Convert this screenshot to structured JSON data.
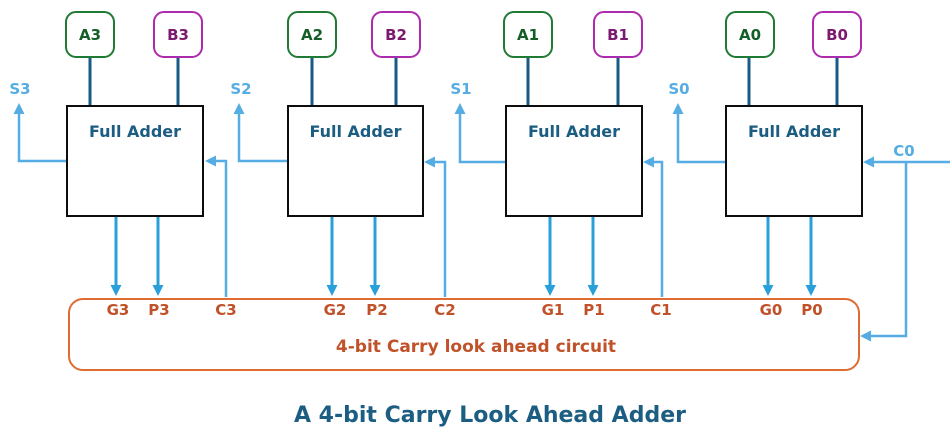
{
  "diagram_title": "A 4-bit Carry Look Ahead Adder",
  "full_adder_label": "Full Adder",
  "cla": {
    "label": "4-bit Carry look ahead circuit"
  },
  "carry_in_label": "C0",
  "bits": [
    {
      "a": "A3",
      "b": "B3",
      "s": "S3",
      "g": "G3",
      "p": "P3",
      "c": "C3"
    },
    {
      "a": "A2",
      "b": "B2",
      "s": "S2",
      "g": "G2",
      "p": "P2",
      "c": "C2"
    },
    {
      "a": "A1",
      "b": "B1",
      "s": "S1",
      "g": "G1",
      "p": "P1",
      "c": "C1"
    },
    {
      "a": "A0",
      "b": "B0",
      "s": "S0",
      "g": "G0",
      "p": "P0"
    }
  ],
  "colors": {
    "a_box_green": "#1F7A34",
    "b_box_magenta": "#AD2BAD",
    "input_stem_blue": "#1A5A87",
    "signal_blue_light": "#55ADE3",
    "gp_arrow_blue": "#2AA0DA",
    "cla_orange_border": "#DE6C33",
    "cla_orange_text": "#C05128",
    "title_blue": "#1C5D82",
    "fa_border": "#0d0d0d"
  }
}
